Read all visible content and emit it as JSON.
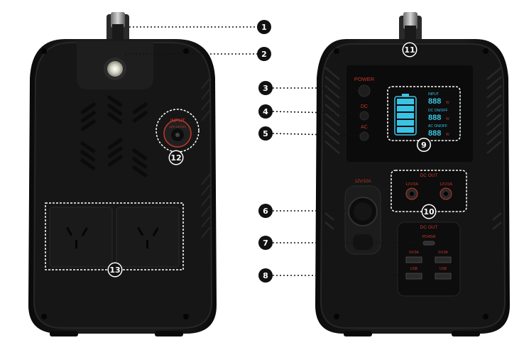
{
  "callouts": [
    "1",
    "2",
    "3",
    "4",
    "5",
    "6",
    "7",
    "8",
    "9",
    "10",
    "11",
    "12",
    "13"
  ],
  "front_panel": {
    "input_label": "INPUT",
    "input_rating": "12V-24V/3A"
  },
  "back_panel": {
    "power_label": "POWER",
    "dc_label": "DC",
    "ac_label": "AC",
    "display": {
      "input_label": "INPUT",
      "dc_label": "DC   ON/OFF",
      "ac_label": "AC   ON/OFF",
      "digits": "888",
      "unit": "W"
    },
    "car_socket_label": "12V/10A",
    "dc_out_top": {
      "title": "DC OUT",
      "left_label": "12V/3A",
      "right_label": "12V/3A"
    },
    "dc_out_bottom": {
      "title": "DC OUT",
      "pd_label": "PD45W",
      "usb_left_rating": "5V/3A",
      "usb_right_rating": "5V/3A",
      "usb_left_label": "USB",
      "usb_right_label": "USB"
    }
  },
  "colors": {
    "body": "#141414",
    "bezel": "#1d1d1d",
    "accent_red": "#c2362b",
    "lcd_cyan": "#39c4e6",
    "callout": "#111111"
  },
  "icons": [
    "handle-icon",
    "flashlight-icon",
    "vent-icon",
    "ac-outlet-icon",
    "dc-input-icon",
    "power-button-icon",
    "lcd-battery-icon",
    "car-socket-icon",
    "dc-port-icon",
    "usb-c-icon",
    "usb-a-icon",
    "screw-icon"
  ]
}
